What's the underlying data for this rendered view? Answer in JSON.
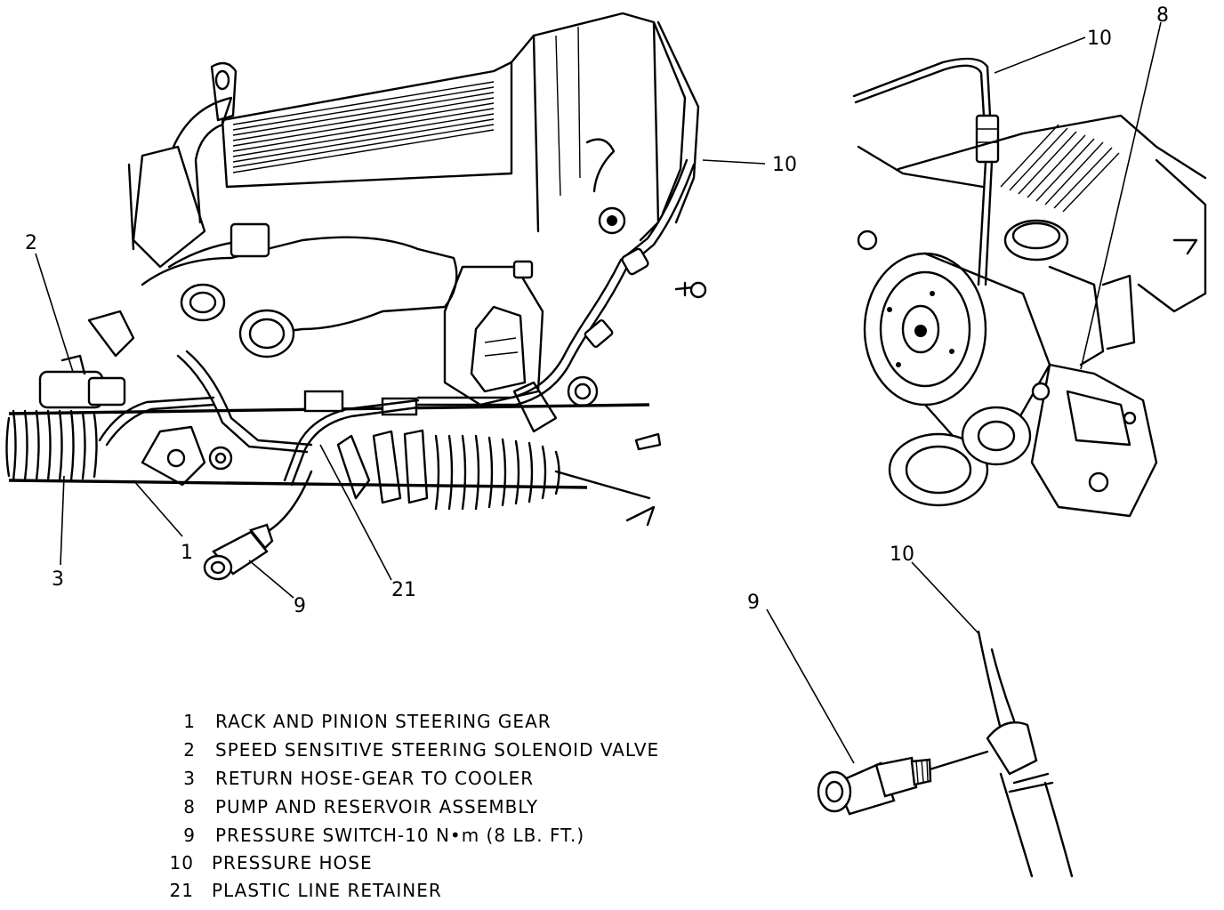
{
  "callouts": {
    "main": {
      "rack_gear": "1",
      "solenoid_valve": "2",
      "return_hose": "3",
      "pressure_switch": "9",
      "pressure_hose": "10",
      "line_retainer": "21"
    },
    "pump_view": {
      "pressure_hose": "10",
      "pump_reservoir": "8"
    },
    "switch_detail": {
      "pressure_switch": "9",
      "pressure_hose": "10"
    }
  },
  "legend": [
    {
      "num": "1",
      "text": "RACK AND PINION STEERING GEAR"
    },
    {
      "num": "2",
      "text": "SPEED SENSITIVE STEERING SOLENOID VALVE"
    },
    {
      "num": "3",
      "text": "RETURN HOSE-GEAR TO COOLER"
    },
    {
      "num": "8",
      "text": "PUMP AND RESERVOIR ASSEMBLY"
    },
    {
      "num": "9",
      "text": "PRESSURE SWITCH-10 N•m (8 LB. FT.)"
    },
    {
      "num": "10",
      "text": "PRESSURE HOSE"
    },
    {
      "num": "21",
      "text": "PLASTIC LINE RETAINER"
    }
  ]
}
